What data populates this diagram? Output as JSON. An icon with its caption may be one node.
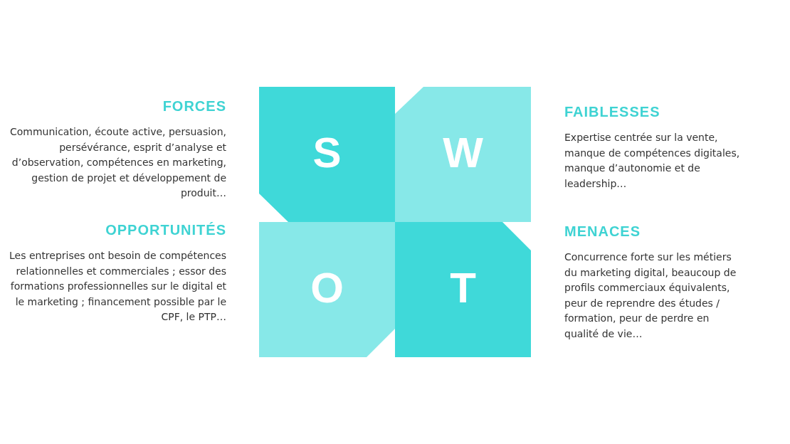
{
  "diagram": {
    "nodes": [
      {
        "text": [
          "S"
        ],
        "beside": [
          "FORCES",
          "Communication, écoute active, persuasion, persévérance, esprit d’analyse et d’observation, compétences en marketing, gestion de projet et développement de produit…"
        ]
      },
      {
        "text": [
          "W"
        ],
        "beside": [
          "FAIBLESSES",
          "Expertise centrée sur la vente, manque de compétences digitales, manque d’autonomie et de leadership…"
        ]
      },
      {
        "text": [
          "O"
        ],
        "beside": [
          "OPPORTUNITÉS",
          "Les entreprises ont besoin de compétences relationnelles et commerciales ; essor des formations professionnelles sur le digital et le marketing ; financement possible par le CPF, le PTP…"
        ]
      },
      {
        "text": [
          "T"
        ],
        "beside": [
          "MENACES",
          "Concurrence forte sur les métiers du marketing digital, beaucoup de profils commerciaux équivalents, peur de reprendre des études / formation, peur de perdre en qualité de vie…"
        ]
      }
    ],
    "edges": []
  }
}
